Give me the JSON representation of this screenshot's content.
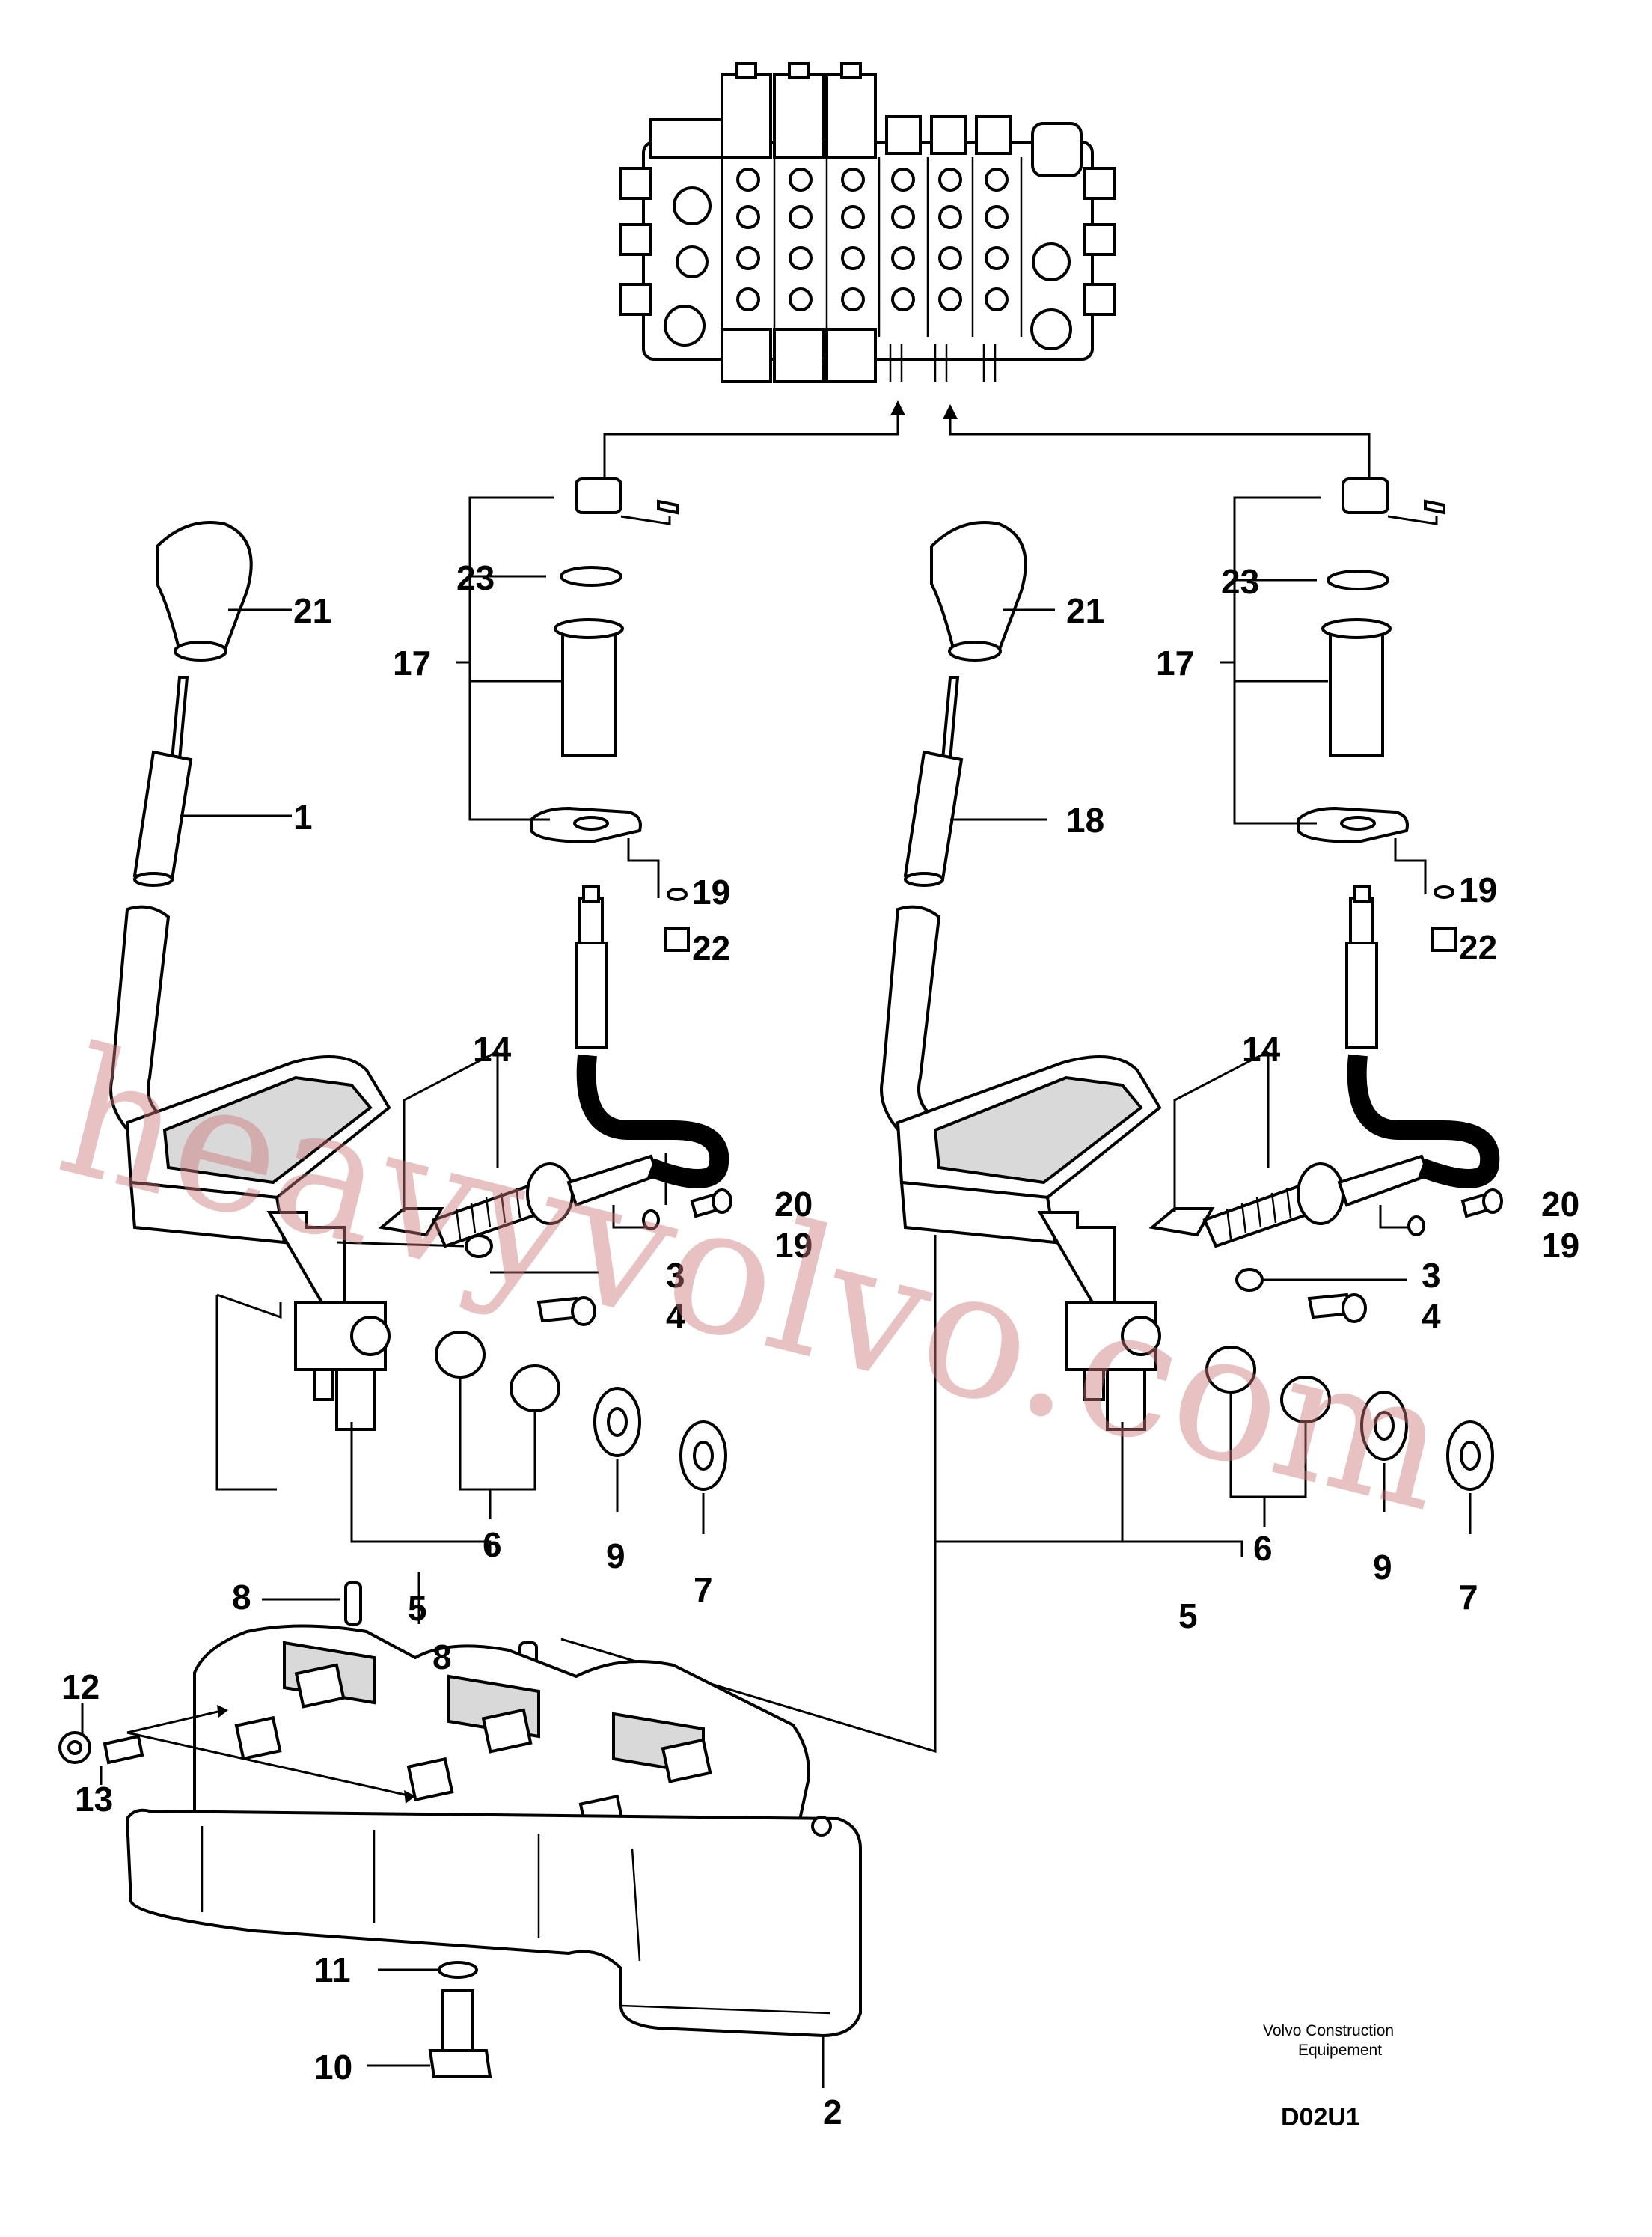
{
  "diagram": {
    "callouts": {
      "c1": "1",
      "c2": "2",
      "c3a": "3",
      "c3b": "3",
      "c4a": "4",
      "c4b": "4",
      "c5a": "5",
      "c5b": "5",
      "c6a": "6",
      "c6b": "6",
      "c7a": "7",
      "c7b": "7",
      "c8a": "8",
      "c8b": "8",
      "c9a": "9",
      "c9b": "9",
      "c10": "10",
      "c11": "11",
      "c12": "12",
      "c13": "13",
      "c14a": "14",
      "c14b": "14",
      "c17a": "17",
      "c17b": "17",
      "c18": "18",
      "c19a": "19",
      "c19b": "19",
      "c19c": "19",
      "c19d": "19",
      "c20a": "20",
      "c20b": "20",
      "c21a": "21",
      "c21b": "21",
      "c22a": "22",
      "c22b": "22",
      "c23a": "23",
      "c23b": "23"
    },
    "credit_line1": "Volvo Construction",
    "credit_line2": "Equipement",
    "drawing_code": "D02U1",
    "watermark": "heavyvolvo.com"
  }
}
